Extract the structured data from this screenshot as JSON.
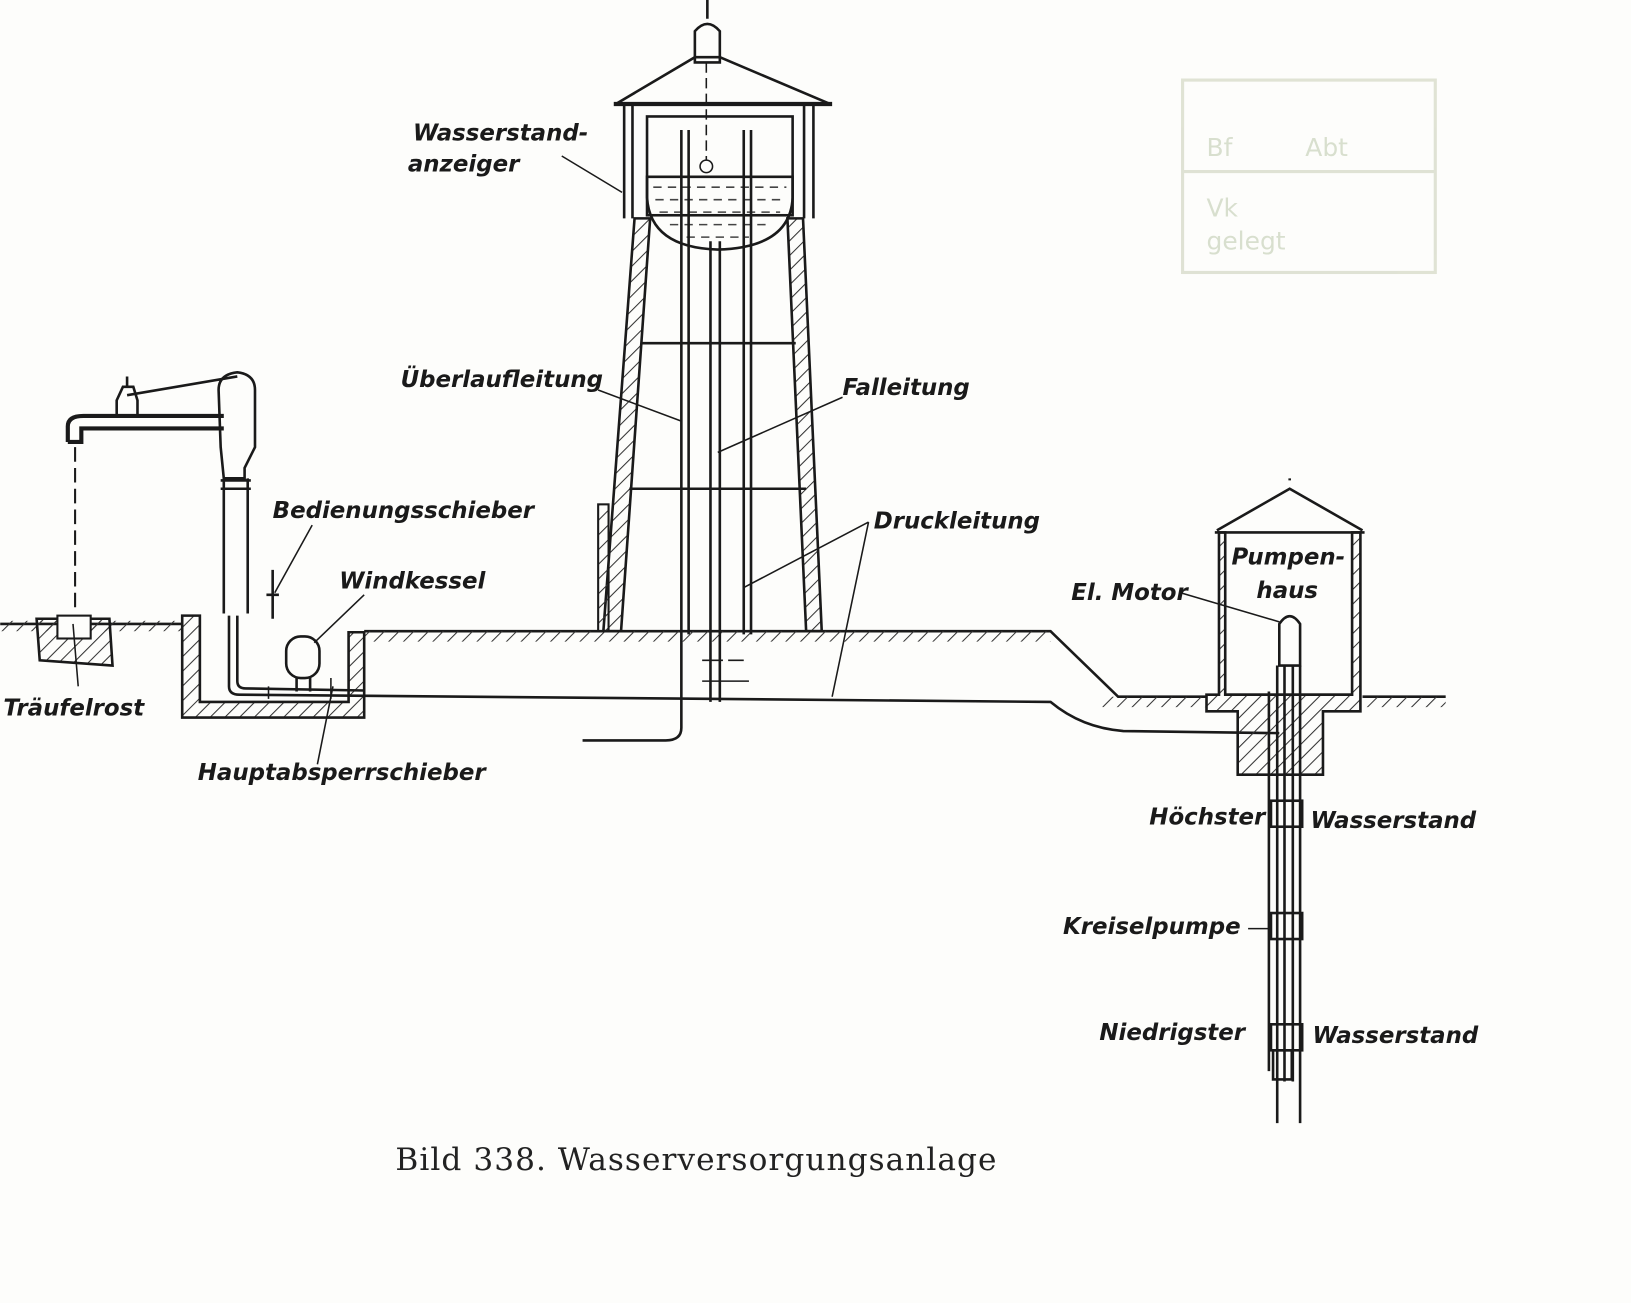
{
  "labels": {
    "wasserstand_anzeiger_1": "Wasserstand-",
    "wasserstand_anzeiger_2": "anzeiger",
    "ueberlaufleitung": "Überlaufleitung",
    "falleitung": "Falleitung",
    "bedienungsschieber": "Bedienungsschieber",
    "windkessel": "Windkessel",
    "druckleitung": "Druckleitung",
    "pumpenhaus_1": "Pumpen-",
    "pumpenhaus_2": "haus",
    "el_motor": "El. Motor",
    "traeufelrost": "Träufelrost",
    "hauptabsperrschieber": "Hauptabsperrschieber",
    "hoechster": "Höchster",
    "wasserstand_hoch": "Wasserstand",
    "kreiselpumpe": "Kreiselpumpe",
    "niedrigster": "Niedrigster",
    "wasserstand_tief": "Wasserstand"
  },
  "caption": "Bild 338. Wasserversorgungsanlage",
  "stamp": {
    "line1a": "Bf",
    "line1b": "Abt",
    "line2a": "Vk",
    "line2b": "gelegt"
  }
}
